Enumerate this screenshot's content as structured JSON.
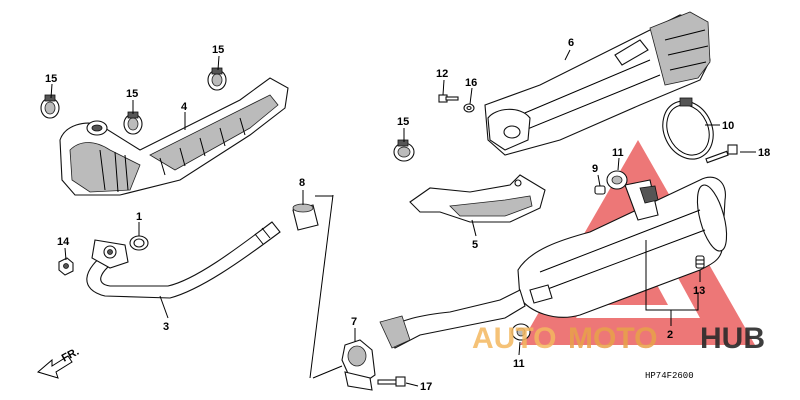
{
  "parts": {
    "p1": "1",
    "p2": "2",
    "p3": "3",
    "p4": "4",
    "p5": "5",
    "p6": "6",
    "p7": "7",
    "p8": "8",
    "p9": "9",
    "p10": "10",
    "p11a": "11",
    "p11b": "11",
    "p12": "12",
    "p13": "13",
    "p14": "14",
    "p15a": "15",
    "p15b": "15",
    "p15c": "15",
    "p15d": "15",
    "p16": "16",
    "p17": "17",
    "p18": "18"
  },
  "direction_marker": "FR.",
  "diagram_code": "HP74F2600",
  "watermark": {
    "auto": "AUTO",
    "moto": "MOTO",
    "hub": "HUB",
    "colors": {
      "triangle": "#e23b3b",
      "orange": "#f4b860",
      "dark": "#2a2a2a"
    }
  }
}
